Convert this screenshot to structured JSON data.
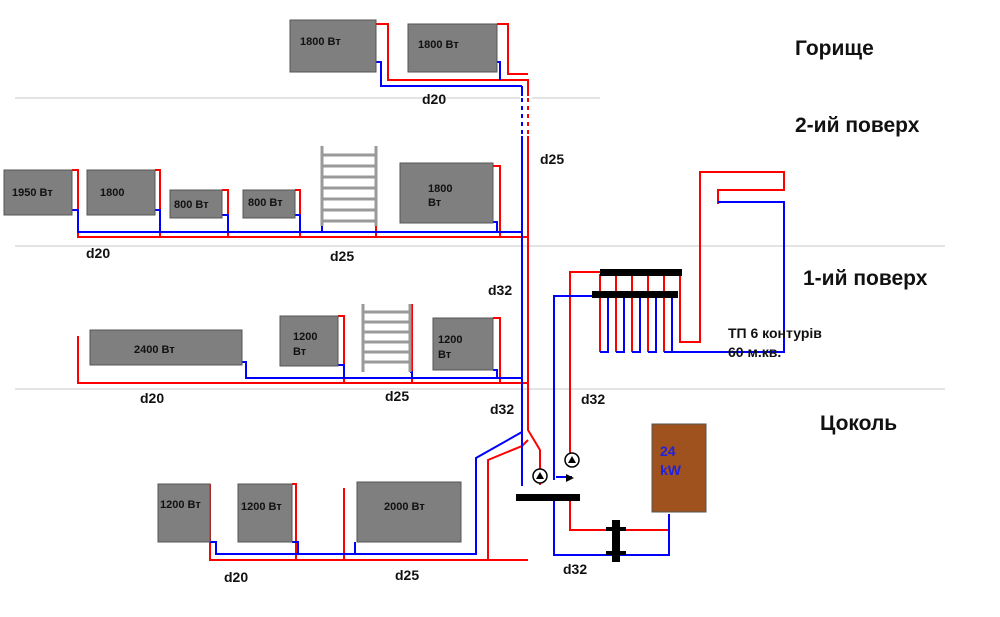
{
  "floors": {
    "attic": "Горище",
    "second": "2-ий поверх",
    "first": "1-ий поверх",
    "basement": "Цоколь"
  },
  "colors": {
    "supply": "#ff0000",
    "return": "#0000ff",
    "radiator": "#7f7f7f",
    "boiler": "#a0521e",
    "divider": "#c8c8c8"
  },
  "radiators": {
    "attic_1": "1800 Вт",
    "attic_2": "1800 Вт",
    "second_1": "1950 Вт",
    "second_2": "1800",
    "second_3": "800 Вт",
    "second_4": "800 Вт",
    "second_5_l1": "1800",
    "second_5_l2": "Вт",
    "first_1": "2400 Вт",
    "first_2_l1": "1200",
    "first_2_l2": "Вт",
    "first_3_l1": "1200",
    "first_3_l2": "Вт",
    "base_1": "1200 Вт",
    "base_2": "1200 Вт",
    "base_3": "2000 Вт"
  },
  "pipes": {
    "attic_d": "d20",
    "riser_d25": "d25",
    "second_d20": "d20",
    "second_d25": "d25",
    "riser_d32_a": "d32",
    "first_d20": "d20",
    "first_d25": "d25",
    "riser_d32_b": "d32",
    "floor_heat_d32": "d32",
    "base_d20": "d20",
    "base_d25": "d25",
    "boiler_d32": "d32"
  },
  "underfloor": {
    "line1": "ТП 6 контурів",
    "line2": "60 м.кв."
  },
  "boiler": {
    "line1": "24",
    "line2": "kW"
  }
}
